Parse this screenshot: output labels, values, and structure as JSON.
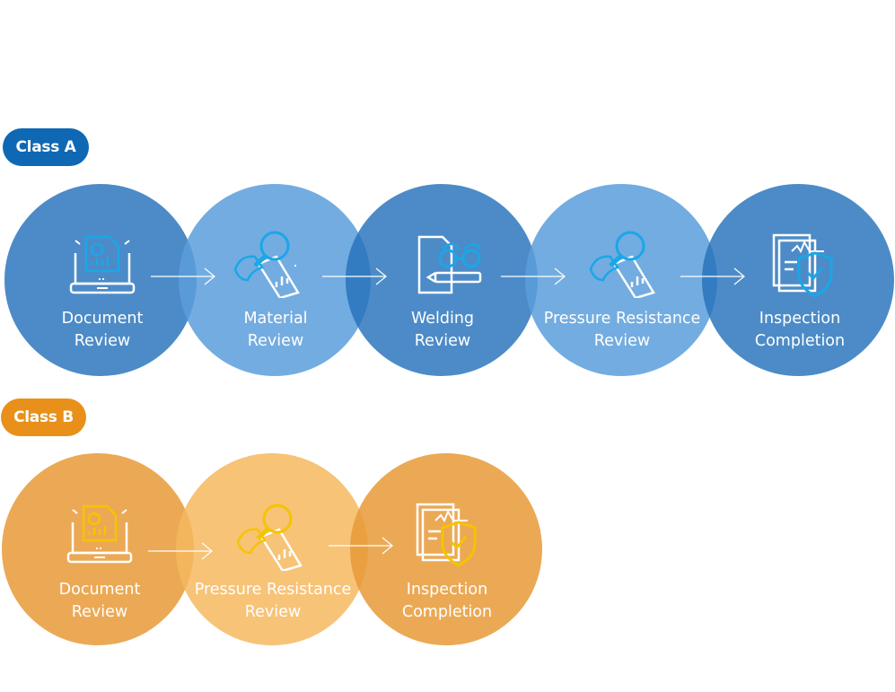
{
  "class_a": {
    "title": "Class A",
    "steps": [
      {
        "line1": "Document",
        "line2": "Review",
        "icon": "document-review-icon"
      },
      {
        "line1": "Material",
        "line2": "Review",
        "icon": "magnifier-inspection-icon"
      },
      {
        "line1": "Welding",
        "line2": "Review",
        "icon": "welding-goggles-icon"
      },
      {
        "line1": "Pressure Resistance",
        "line2": "Review",
        "icon": "magnifier-inspection-icon"
      },
      {
        "line1": "Inspection",
        "line2": "Completion",
        "icon": "certificate-shield-icon"
      }
    ]
  },
  "class_b": {
    "title": "Class B",
    "steps": [
      {
        "line1": "Document",
        "line2": "Review",
        "icon": "document-review-icon"
      },
      {
        "line1": "Pressure Resistance",
        "line2": "Review",
        "icon": "magnifier-inspection-icon"
      },
      {
        "line1": "Inspection",
        "line2": "Completion",
        "icon": "certificate-shield-icon"
      }
    ]
  },
  "colors": {
    "class_a_pill": "#0f68b4",
    "class_a_dark": "#2471bb",
    "class_a_light": "#5a9edb",
    "class_a_icon_accent": "#1aa7e8",
    "class_b_pill": "#e8901a",
    "class_b_dark": "#e89a37",
    "class_b_light": "#f6b85f",
    "class_b_icon_accent": "#f5c400"
  }
}
